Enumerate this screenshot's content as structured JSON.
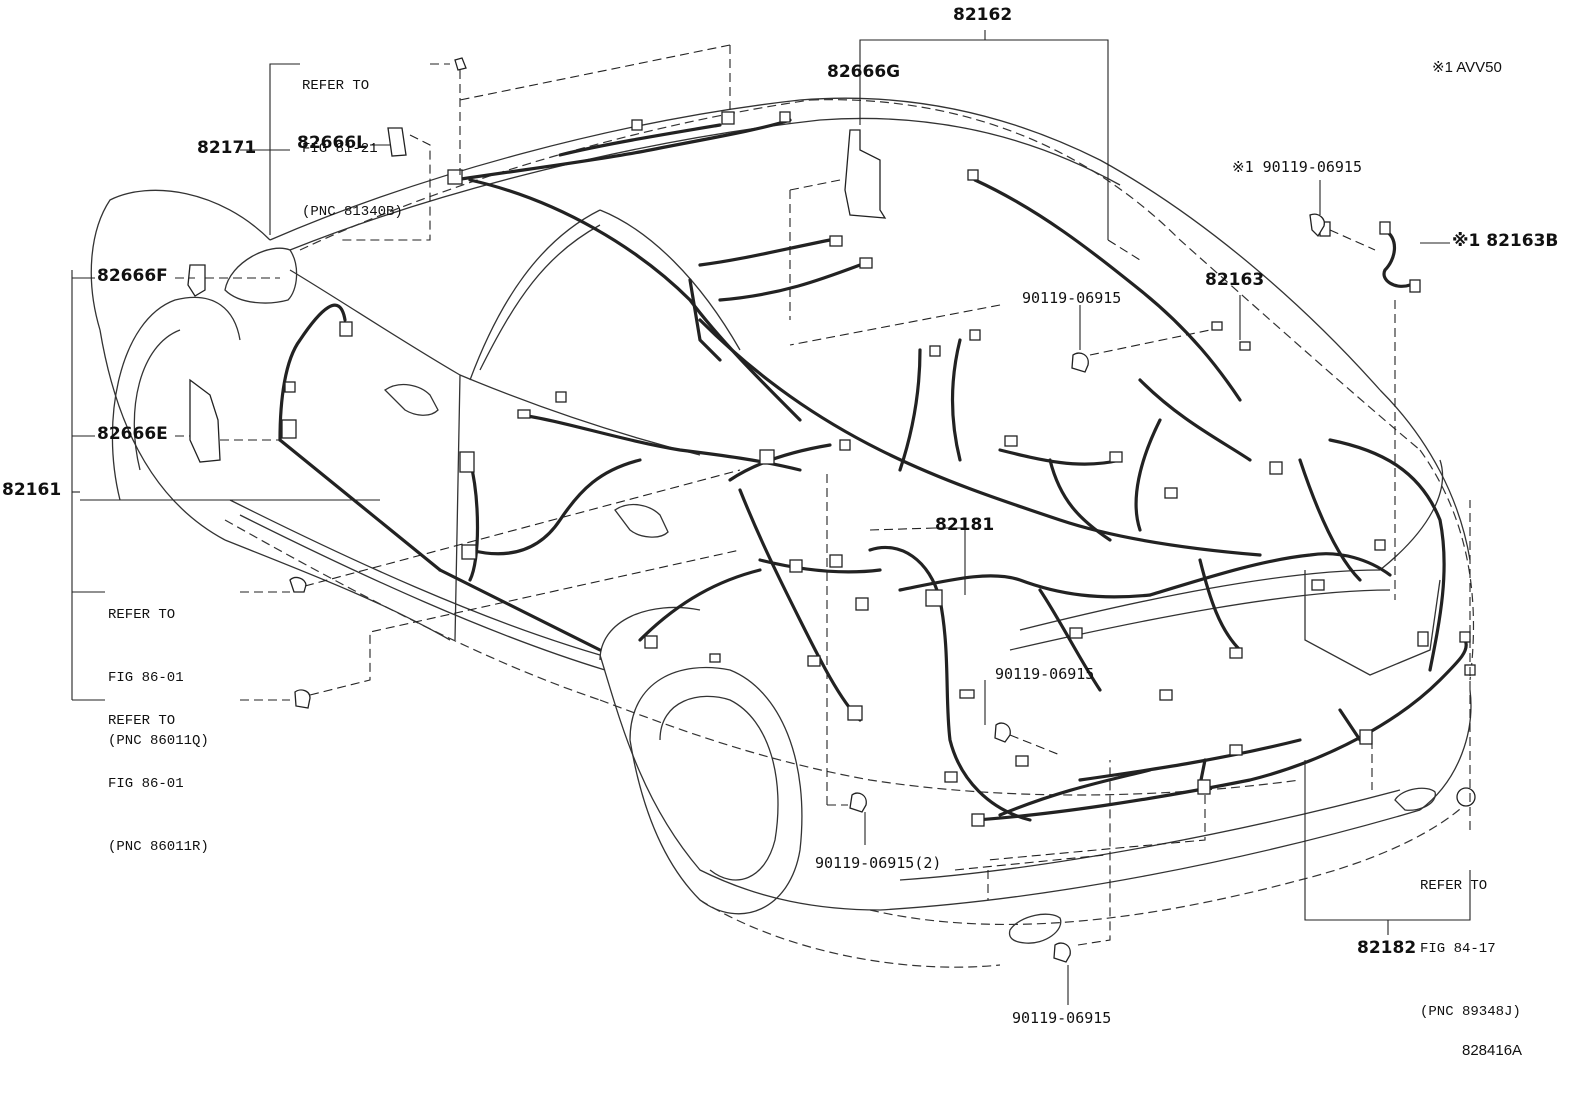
{
  "labels": {
    "p82162": "82162",
    "p82666G": "82666G",
    "note_avv50": "※1 AVV50",
    "ref_81_21": [
      "REFER TO",
      "FIG 81-21",
      "(PNC 81340B)"
    ],
    "p82171": "82171",
    "p82666L": "82666L",
    "p82666F": "82666F",
    "p82666E": "82666E",
    "p82161": "82161",
    "ref_86_01_q": [
      "REFER TO",
      "FIG 86-01",
      "(PNC 86011Q)"
    ],
    "ref_86_01_r": [
      "REFER TO",
      "FIG 86-01",
      "(PNC 86011R)"
    ],
    "bolt_top_right": "※1 90119-06915",
    "p82163B": "※1 82163B",
    "p82163": "82163",
    "bolt_mid": "90119-06915",
    "p82181": "82181",
    "bolt_center": "90119-06915",
    "bolt_lower": "90119-06915(2)",
    "ref_84_17": [
      "REFER TO",
      "FIG 84-17",
      "(PNC 89348J)"
    ],
    "p82182": "82182",
    "bolt_bottom": "90119-06915",
    "figure_code": "828416A"
  }
}
